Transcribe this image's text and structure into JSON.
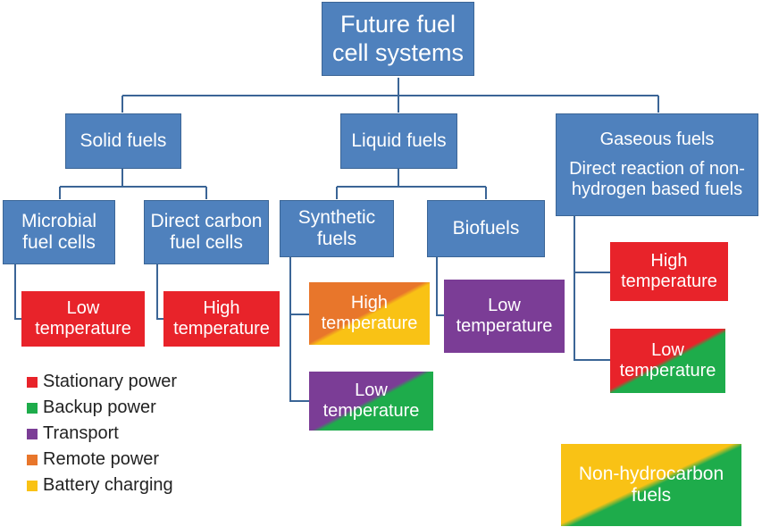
{
  "colors": {
    "box_blue": "#4f81bd",
    "connector": "#3b6596",
    "stationary_power": "#e8232a",
    "backup_power": "#1eac4b",
    "transport": "#7b3d96",
    "remote_power": "#e8762b",
    "battery_charging": "#f9c215"
  },
  "root": {
    "label": "Future fuel\ncell systems"
  },
  "categories": {
    "solid": "Solid fuels",
    "liquid": "Liquid fuels",
    "gaseous": {
      "title": "Gaseous fuels",
      "subtitle": "Direct reaction of non-\nhydrogen based fuels"
    }
  },
  "subcategories": {
    "microbial": "Microbial\nfuel cells",
    "direct_carbon": "Direct carbon\nfuel cells",
    "synthetic": "Synthetic\nfuels",
    "biofuels": "Biofuels"
  },
  "temperatures": {
    "microbial": "Low\ntemperature",
    "direct_carbon": "High\ntemperature",
    "synthetic_high": "High\ntemperature",
    "synthetic_low": "Low\ntemperature",
    "biofuels": "Low\ntemperature",
    "gaseous_high": "High\ntemperature",
    "gaseous_low": "Low\ntemperature"
  },
  "non_hydrocarbon": "Non-hydrocarbon\nfuels",
  "legend": [
    {
      "label": "Stationary power",
      "color": "#e8232a"
    },
    {
      "label": "Backup power",
      "color": "#1eac4b"
    },
    {
      "label": "Transport",
      "color": "#7b3d96"
    },
    {
      "label": "Remote power",
      "color": "#e8762b"
    },
    {
      "label": "Battery charging",
      "color": "#f9c215"
    }
  ]
}
